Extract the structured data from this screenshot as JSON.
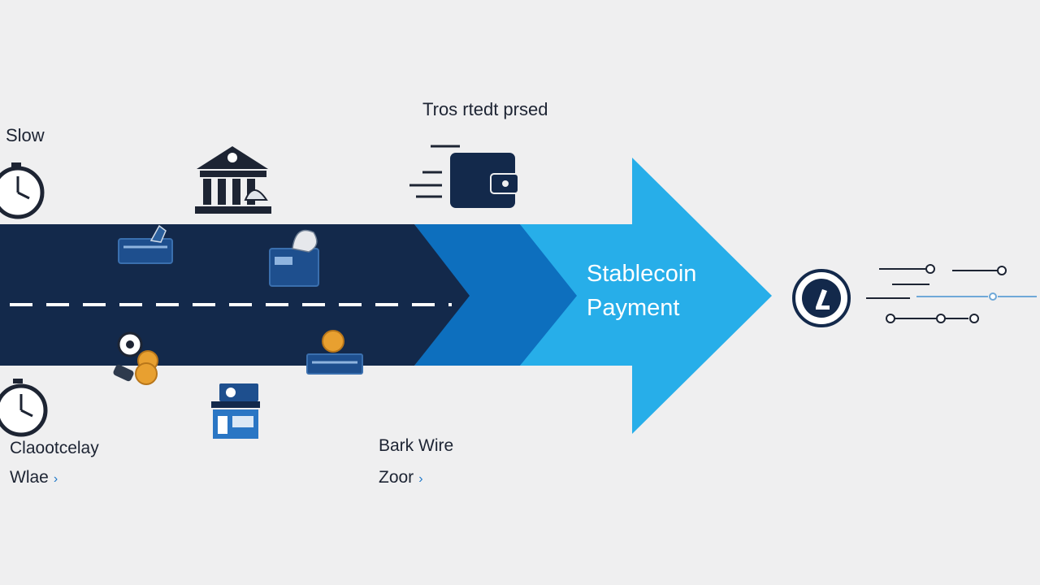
{
  "labels": {
    "slow": "Slow",
    "top_center": "Tros rtedt prsed",
    "bottom_left_title": "Claootcelay",
    "bottom_left_sub": "Wlae",
    "bottom_mid_title": "Bark Wire",
    "bottom_mid_sub": "Zoor",
    "caret": "›"
  },
  "arrow": {
    "line1": "Stablecoin",
    "line2": "Payment"
  },
  "icons": [
    "stopwatch-icon",
    "bank-icon",
    "wallet-icon",
    "card-icon",
    "money-bag-icon",
    "coin-icon",
    "storefront-icon",
    "stablecoin-icon"
  ],
  "colors": {
    "background": "#efeff0",
    "road_dark": "#13294b",
    "road_mid": "#0d6fbe",
    "arrow_light": "#27aee9",
    "accent_orange": "#e8a030"
  }
}
